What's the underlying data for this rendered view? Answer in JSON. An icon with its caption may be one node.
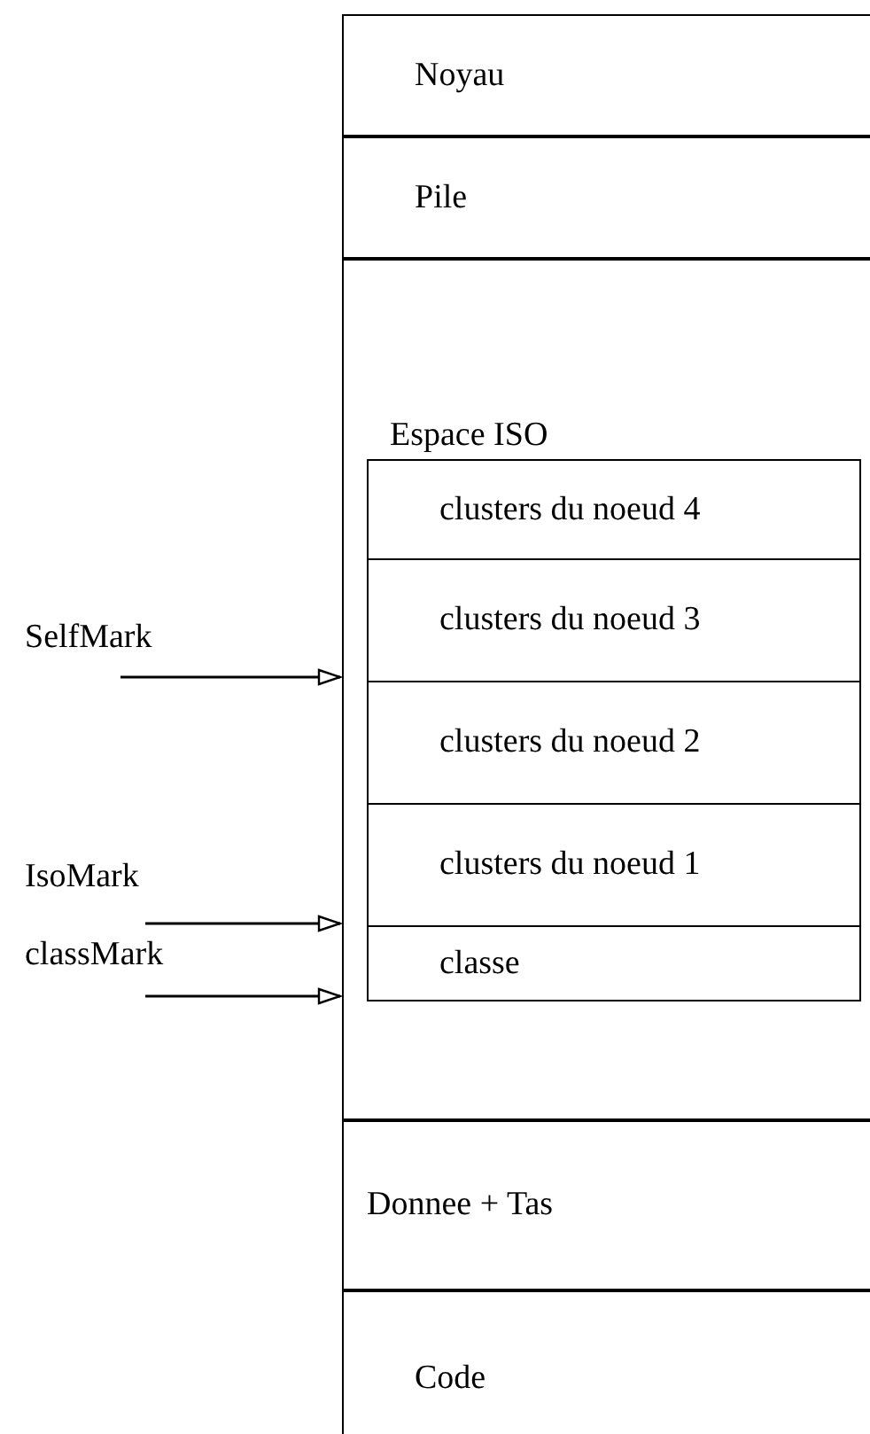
{
  "diagram": {
    "nodes": [
      {
        "text": [
          "Noyau"
        ]
      },
      {
        "text": [
          "Pile"
        ]
      },
      {
        "text": [],
        "shape": "box"
      },
      {
        "text": [
          "Espace ISO"
        ],
        "in": 2
      },
      {
        "text": [
          "clusters du noeud 4"
        ],
        "in": 3
      },
      {
        "text": [
          "clusters du noeud 3"
        ],
        "in": 3
      },
      {
        "text": [
          "clusters du noeud 2"
        ],
        "in": 3
      },
      {
        "text": [
          "clusters du noeud 1"
        ],
        "in": 3
      },
      {
        "text": [
          "classe"
        ],
        "in": 3
      },
      {
        "text": [
          "Donnee + Tas"
        ]
      },
      {
        "text": [
          "Code"
        ]
      },
      {
        "text": [
          "SelfMark"
        ]
      },
      {
        "text": [
          "IsoMark"
        ]
      },
      {
        "text": [
          "classMark"
        ]
      }
    ],
    "edges": [
      {
        "from": 11,
        "to": 2,
        "arrow": "to"
      },
      {
        "from": 12,
        "to": 2,
        "arrow": "to"
      },
      {
        "from": 13,
        "to": 2,
        "arrow": "to"
      }
    ]
  }
}
